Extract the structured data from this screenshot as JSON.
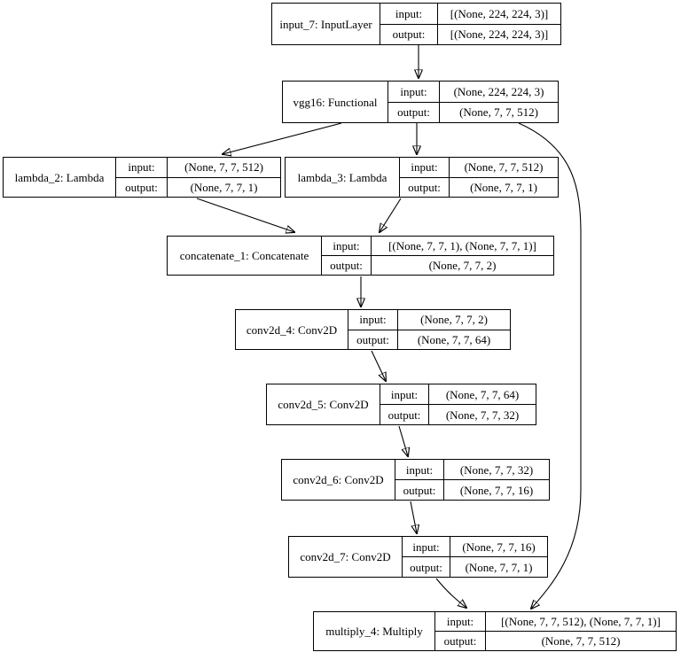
{
  "diagram": {
    "kind": "keras-model-graph",
    "background_color": "#ffffff",
    "line_color": "#000000",
    "labels": {
      "input": "input:",
      "output": "output:"
    },
    "nodes": [
      {
        "id": "input_7",
        "label": "input_7: InputLayer",
        "input_value": "[(None, 224, 224, 3)]",
        "output_value": "[(None, 224, 224, 3)]"
      },
      {
        "id": "vgg16",
        "label": "vgg16: Functional",
        "input_value": "(None, 224, 224, 3)",
        "output_value": "(None, 7, 7, 512)"
      },
      {
        "id": "lambda_2",
        "label": "lambda_2: Lambda",
        "input_value": "(None, 7, 7, 512)",
        "output_value": "(None, 7, 7, 1)"
      },
      {
        "id": "lambda_3",
        "label": "lambda_3: Lambda",
        "input_value": "(None, 7, 7, 512)",
        "output_value": "(None, 7, 7, 1)"
      },
      {
        "id": "concatenate_1",
        "label": "concatenate_1: Concatenate",
        "input_value": "[(None, 7, 7, 1), (None, 7, 7, 1)]",
        "output_value": "(None, 7, 7, 2)"
      },
      {
        "id": "conv2d_4",
        "label": "conv2d_4: Conv2D",
        "input_value": "(None, 7, 7, 2)",
        "output_value": "(None, 7, 7, 64)"
      },
      {
        "id": "conv2d_5",
        "label": "conv2d_5: Conv2D",
        "input_value": "(None, 7, 7, 64)",
        "output_value": "(None, 7, 7, 32)"
      },
      {
        "id": "conv2d_6",
        "label": "conv2d_6: Conv2D",
        "input_value": "(None, 7, 7, 32)",
        "output_value": "(None, 7, 7, 16)"
      },
      {
        "id": "conv2d_7",
        "label": "conv2d_7: Conv2D",
        "input_value": "(None, 7, 7, 16)",
        "output_value": "(None, 7, 7, 1)"
      },
      {
        "id": "multiply_4",
        "label": "multiply_4: Multiply",
        "input_value": "[(None, 7, 7, 512), (None, 7, 7, 1)]",
        "output_value": "(None, 7, 7, 512)"
      }
    ],
    "edges": [
      {
        "from": "input_7",
        "to": "vgg16"
      },
      {
        "from": "vgg16",
        "to": "lambda_2"
      },
      {
        "from": "vgg16",
        "to": "lambda_3"
      },
      {
        "from": "vgg16",
        "to": "multiply_4"
      },
      {
        "from": "lambda_2",
        "to": "concatenate_1"
      },
      {
        "from": "lambda_3",
        "to": "concatenate_1"
      },
      {
        "from": "concatenate_1",
        "to": "conv2d_4"
      },
      {
        "from": "conv2d_4",
        "to": "conv2d_5"
      },
      {
        "from": "conv2d_5",
        "to": "conv2d_6"
      },
      {
        "from": "conv2d_6",
        "to": "conv2d_7"
      },
      {
        "from": "conv2d_7",
        "to": "multiply_4"
      }
    ]
  }
}
